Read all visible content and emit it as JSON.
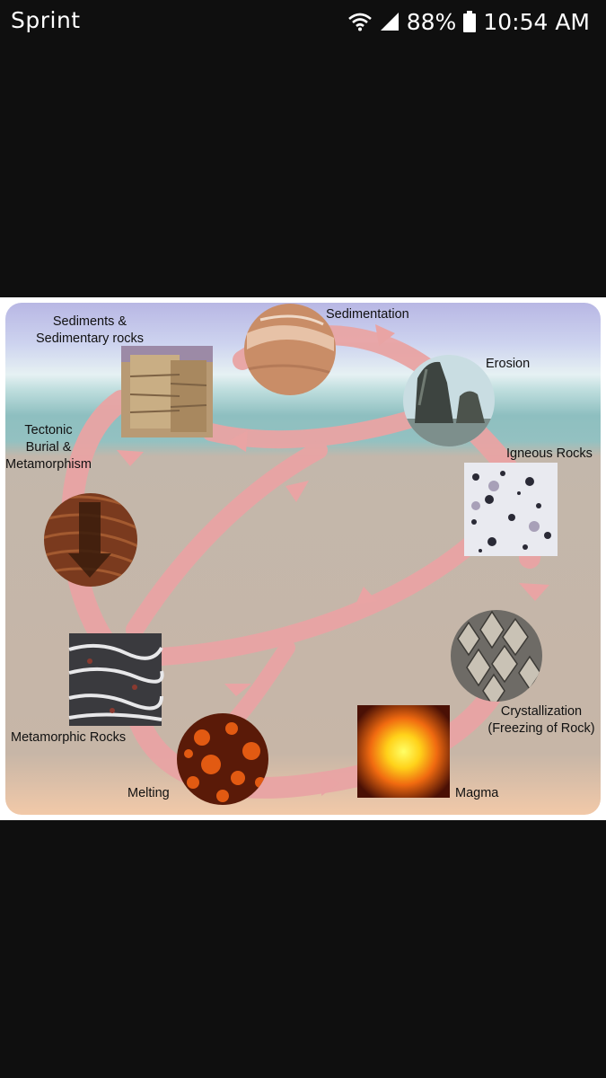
{
  "status_bar": {
    "carrier": "Sprint",
    "battery_percent": "88%",
    "time": "10:54 AM",
    "icons": [
      "wifi-icon",
      "cellular-signal-icon",
      "battery-icon"
    ]
  },
  "diagram": {
    "labels": {
      "sediments_line1": "Sediments &",
      "sediments_line2": "Sedimentary rocks",
      "sedimentation": "Sedimentation",
      "erosion": "Erosion",
      "igneous_rocks": "Igneous Rocks",
      "tectonic_line1": "Tectonic",
      "tectonic_line2": "Burial &",
      "tectonic_line3": "Metamorphism",
      "metamorphic_rocks": "Metamorphic Rocks",
      "melting": "Melting",
      "magma": "Magma",
      "crystallization_line1": "Crystallization",
      "crystallization_line2": "(Freezing of Rock)"
    },
    "colors": {
      "arrow": "#e9a4a4",
      "sky_top": "#b9b8e6",
      "sea": "#8ebfc0",
      "ground": "#c6b5a6"
    }
  }
}
